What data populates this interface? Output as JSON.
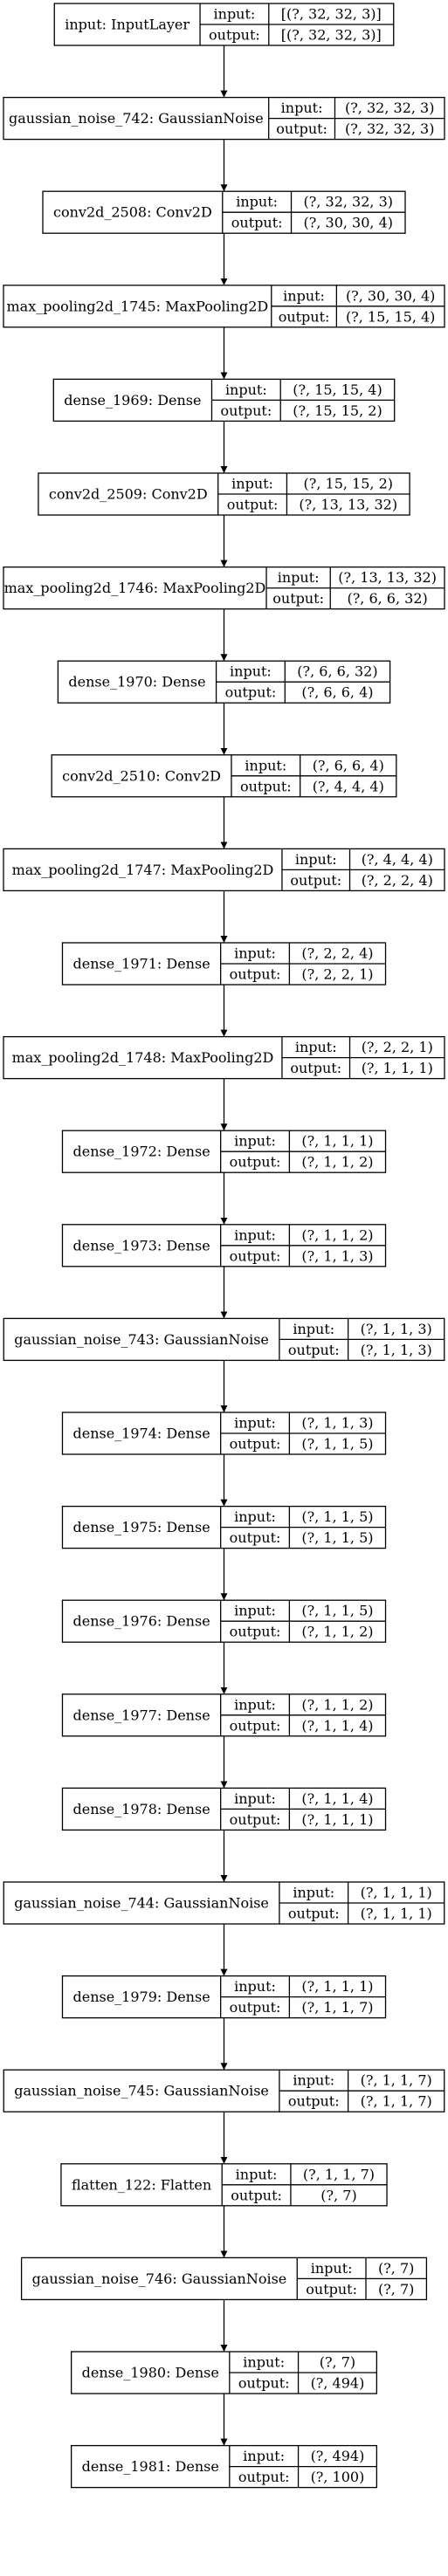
{
  "nodes": [
    {
      "name": "input: InputLayer",
      "input": "[(?, 32, 32, 3)]",
      "output": "[(?, 32, 32, 3)]"
    },
    {
      "name": "gaussian_noise_742: GaussianNoise",
      "input": "(?, 32, 32, 3)",
      "output": "(?, 32, 32, 3)"
    },
    {
      "name": "conv2d_2508: Conv2D",
      "input": "(?, 32, 32, 3)",
      "output": "(?, 30, 30, 4)"
    },
    {
      "name": "max_pooling2d_1745: MaxPooling2D",
      "input": "(?, 30, 30, 4)",
      "output": "(?, 15, 15, 4)"
    },
    {
      "name": "dense_1969: Dense",
      "input": "(?, 15, 15, 4)",
      "output": "(?, 15, 15, 2)"
    },
    {
      "name": "conv2d_2509: Conv2D",
      "input": "(?, 15, 15, 2)",
      "output": "(?, 13, 13, 32)"
    },
    {
      "name": "max_pooling2d_1746: MaxPooling2D",
      "input": "(?, 13, 13, 32)",
      "output": "(?, 6, 6, 32)"
    },
    {
      "name": "dense_1970: Dense",
      "input": "(?, 6, 6, 32)",
      "output": "(?, 6, 6, 4)"
    },
    {
      "name": "conv2d_2510: Conv2D",
      "input": "(?, 6, 6, 4)",
      "output": "(?, 4, 4, 4)"
    },
    {
      "name": "max_pooling2d_1747: MaxPooling2D",
      "input": "(?, 4, 4, 4)",
      "output": "(?, 2, 2, 4)"
    },
    {
      "name": "dense_1971: Dense",
      "input": "(?, 2, 2, 4)",
      "output": "(?, 2, 2, 1)"
    },
    {
      "name": "max_pooling2d_1748: MaxPooling2D",
      "input": "(?, 2, 2, 1)",
      "output": "(?, 1, 1, 1)"
    },
    {
      "name": "dense_1972: Dense",
      "input": "(?, 1, 1, 1)",
      "output": "(?, 1, 1, 2)"
    },
    {
      "name": "dense_1973: Dense",
      "input": "(?, 1, 1, 2)",
      "output": "(?, 1, 1, 3)"
    },
    {
      "name": "gaussian_noise_743: GaussianNoise",
      "input": "(?, 1, 1, 3)",
      "output": "(?, 1, 1, 3)"
    },
    {
      "name": "dense_1974: Dense",
      "input": "(?, 1, 1, 3)",
      "output": "(?, 1, 1, 5)"
    },
    {
      "name": "dense_1975: Dense",
      "input": "(?, 1, 1, 5)",
      "output": "(?, 1, 1, 5)"
    },
    {
      "name": "dense_1976: Dense",
      "input": "(?, 1, 1, 5)",
      "output": "(?, 1, 1, 2)"
    },
    {
      "name": "dense_1977: Dense",
      "input": "(?, 1, 1, 2)",
      "output": "(?, 1, 1, 4)"
    },
    {
      "name": "dense_1978: Dense",
      "input": "(?, 1, 1, 4)",
      "output": "(?, 1, 1, 1)"
    },
    {
      "name": "gaussian_noise_744: GaussianNoise",
      "input": "(?, 1, 1, 1)",
      "output": "(?, 1, 1, 1)"
    },
    {
      "name": "dense_1979: Dense",
      "input": "(?, 1, 1, 1)",
      "output": "(?, 1, 1, 7)"
    },
    {
      "name": "gaussian_noise_745: GaussianNoise",
      "input": "(?, 1, 1, 7)",
      "output": "(?, 1, 1, 7)"
    },
    {
      "name": "flatten_122: Flatten",
      "input": "(?, 1, 1, 7)",
      "output": "(?, 7)"
    },
    {
      "name": "gaussian_noise_746: GaussianNoise",
      "input": "(?, 7)",
      "output": "(?, 7)"
    },
    {
      "name": "dense_1980: Dense",
      "input": "(?, 7)",
      "output": "(?, 494)"
    },
    {
      "name": "dense_1981: Dense",
      "input": "(?, 494)",
      "output": "(?, 100)"
    }
  ],
  "port_labels": {
    "input": "input:",
    "output": "output:"
  }
}
